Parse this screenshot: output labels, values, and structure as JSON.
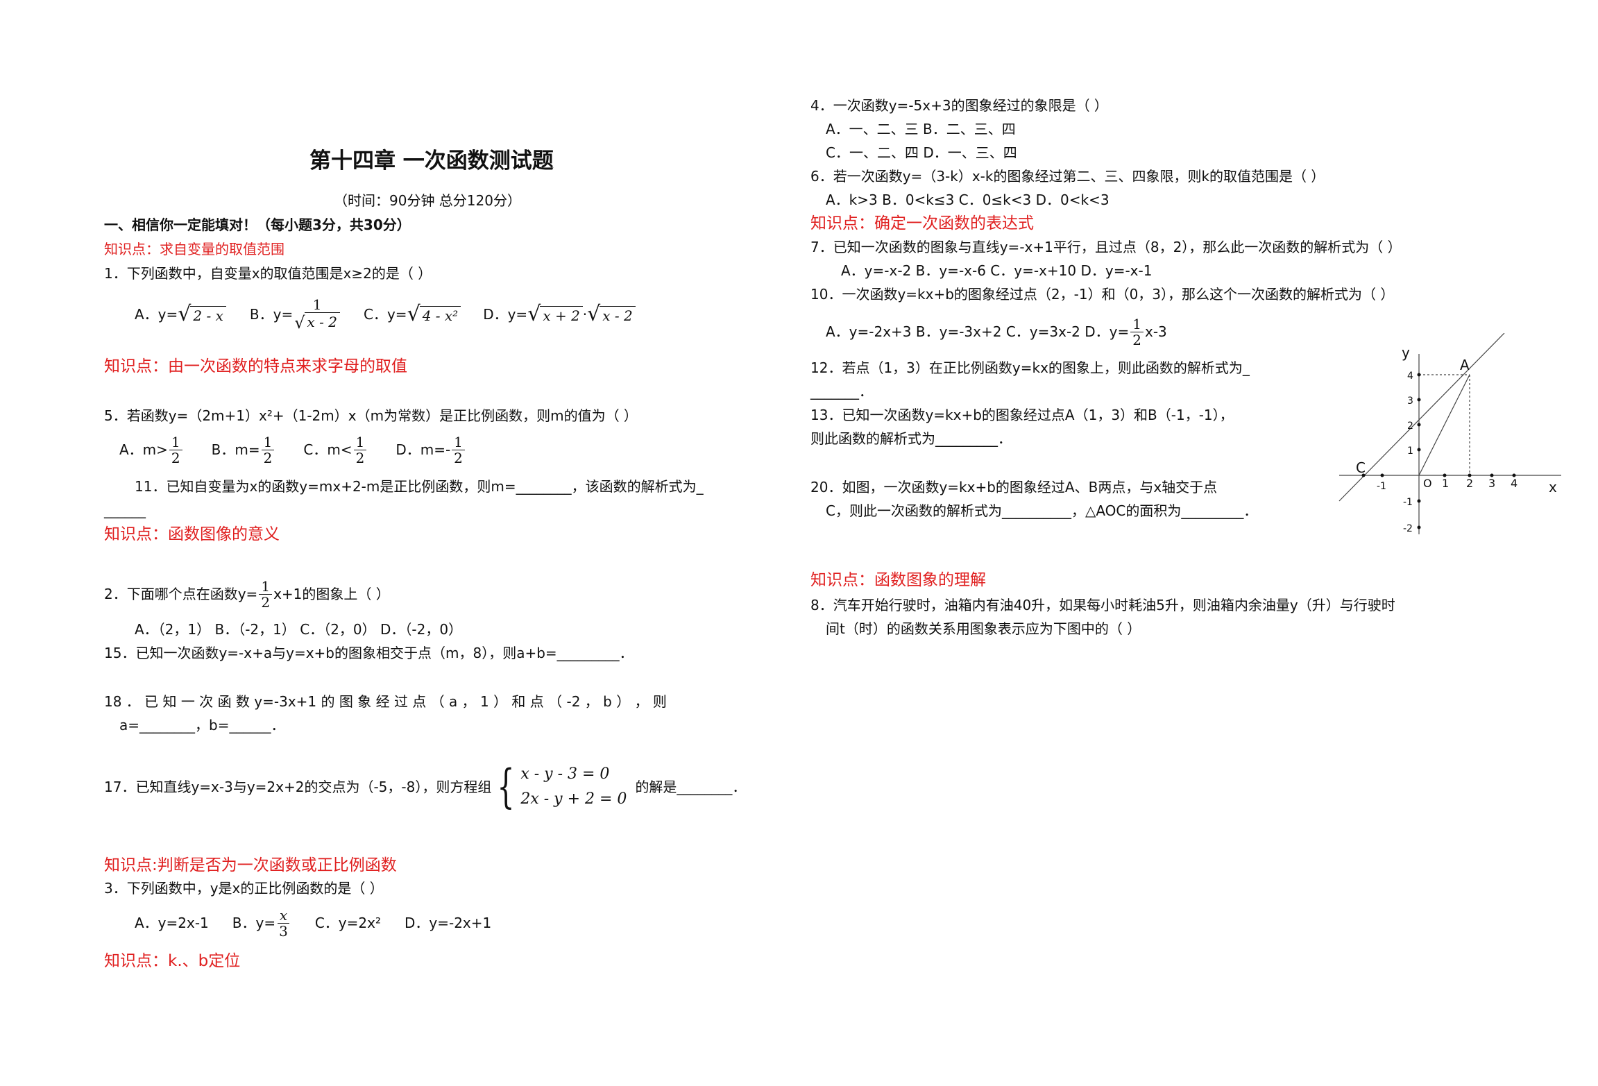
{
  "header": {
    "title": "第十四章 一次函数测试题",
    "subtitle": "（时间：90分钟  总分120分）",
    "section1": "一、相信你一定能填对！（每小题3分，共30分）"
  },
  "left": {
    "kp1": "知识点：求自变量的取值范围",
    "q1": "1．下列函数中，自变量x的取值范围是x≥2的是（    ）",
    "q1_opts": {
      "a": "A．y=",
      "a_rad": "2 - x",
      "b": "B．y=",
      "b_num": "1",
      "b_rad": "x - 2",
      "c": "C．y=",
      "c_rad": "4 - x²",
      "d": "D．y=",
      "d_rad1": "x + 2",
      "d_dot": "·",
      "d_rad2": "x - 2"
    },
    "kp2": "知识点：由一次函数的特点来求字母的取值",
    "q5": "5．若函数y=（2m+1）x²+（1-2m）x（m为常数）是正比例函数，则m的值为（    ）",
    "q5_opts": {
      "a": "A．m>",
      "b": "B．m=",
      "c": "C．m<",
      "d": "D．m=-",
      "num": "1",
      "den": "2"
    },
    "q11": "11．已知自变量为x的函数y=mx+2-m是正比例函数，则m=________，该函数的解析式为_",
    "q11_cont": "______",
    "kp3": "知识点：函数图像的意义",
    "q2_pre": "2．下面哪个点在函数y=",
    "q2_post": "x+1的图象上（    ）",
    "q2_num": "1",
    "q2_den": "2",
    "q2_opts": "A．（2，1）    B．（-2，1）    C．（2，0）    D．（-2，0）",
    "q15": "15．已知一次函数y=-x+a与y=x+b的图象相交于点（m，8），则a+b=_________．",
    "q18": "18 ． 已 知 一 次 函 数 y=-3x+1 的 图 象 经 过 点 （ a ， 1 ） 和 点 （ -2 ， b ） ， 则",
    "q18_cont": "a=________，b=______．",
    "q17_pre": "17．已知直线y=x-3与y=2x+2的交点为（-5，-8），则方程组",
    "q17_eq1": "x - y - 3 = 0",
    "q17_eq2": "2x - y + 2 = 0",
    "q17_post": "的解是________．",
    "kp4": "知识点:判断是否为一次函数或正比例函数",
    "q3": "3．下列函数中，y是x的正比例函数的是（    ）",
    "q3_opts": {
      "a": "A．y=2x-1",
      "b": "B．y=",
      "b_num": "x",
      "b_den": "3",
      "c": "C．y=2x²",
      "d": "D．y=-2x+1"
    },
    "kp5": "知识点：k.、b定位"
  },
  "right": {
    "q4": "4．一次函数y=-5x+3的图象经过的象限是（    ）",
    "q4_ab": "A．一、二、三      B．二、三、四",
    "q4_cd": "C．一、二、四      D．一、三、四",
    "q6": "6．若一次函数y=（3-k）x-k的图象经过第二、三、四象限，则k的取值范围是（    ）",
    "q6_opts": "A．k>3      B．0<k≤3      C．0≤k<3      D．0<k<3",
    "kp6": "知识点：确定一次函数的表达式",
    "q7": "7．已知一次函数的图象与直线y=-x+1平行，且过点（8，2），那么此一次函数的解析式为（    ）",
    "q7_opts": "A．y=-x-2      B．y=-x-6      C．y=-x+10      D．y=-x-1",
    "q10": "10．一次函数y=kx+b的图象经过点（2，-1）和（0，3），那么这个一次函数的解析式为（    ）",
    "q10_opts": "A．y=-2x+3      B．y=-3x+2      C．y=3x-2      D．y=",
    "q10_num": "1",
    "q10_den": "2",
    "q10_tail": "x-3",
    "q12": "12．若点（1，3）在正比例函数y=kx的图象上，则此函数的解析式为_",
    "q12_cont": "_______．",
    "q13": "13．已知一次函数y=kx+b的图象经过点A（1，3）和B（-1，-1），",
    "q13_cont": "则此函数的解析式为_________．",
    "q20": "20．如图，一次函数y=kx+b的图象经过A、B两点，与x轴交于点",
    "q20_cont": "C，则此一次函数的解析式为__________，△AOC的面积为_________．",
    "kp7": "知识点：函数图象的理解",
    "q8": "8．汽车开始行驶时，油箱内有油40升，如果每小时耗油5升，则油箱内余油量y（升）与行驶时",
    "q8_cont": "间t（时）的函数关系用图象表示应为下图中的（    ）"
  },
  "graph": {
    "y_label": "y",
    "x_label": "x",
    "a_label": "A",
    "c_label": "C",
    "o_label": "O",
    "x_ticks": [
      "-1",
      "1",
      "2",
      "3",
      "4"
    ],
    "y_ticks": [
      "4",
      "3",
      "2",
      "1",
      "-1",
      "-2"
    ]
  },
  "colors": {
    "knowledge_point": "#e02020",
    "text": "#111111"
  }
}
